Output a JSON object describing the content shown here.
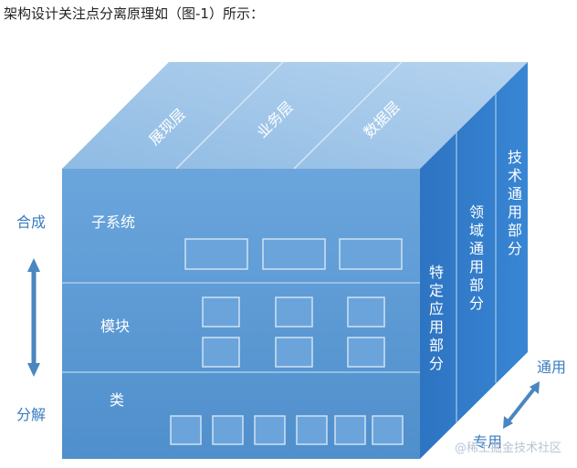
{
  "caption": "架构设计关注点分离原理如（图-1）所示：",
  "side_labels": {
    "compose": "合成",
    "decompose": "分解",
    "general": "通用",
    "specific": "专用"
  },
  "rows": {
    "subsystem": "子系统",
    "module": "模块",
    "class": "类"
  },
  "top_layers": {
    "presentation": "展现层",
    "business": "业务层",
    "data": "数据层"
  },
  "side_columns": {
    "feature_specific": [
      "特",
      "定",
      "应",
      "用",
      "部",
      "分"
    ],
    "domain_general": [
      "领",
      "域",
      "通",
      "用",
      "部",
      "分"
    ],
    "tech_general": [
      "技",
      "术",
      "通",
      "用",
      "部",
      "分"
    ]
  },
  "watermark": "@稀土掘金技术社区",
  "colors": {
    "front": "#5b9bd5",
    "top": "#9fc5e8",
    "side": "#2e78c8",
    "arrow": "#4a86c0"
  }
}
